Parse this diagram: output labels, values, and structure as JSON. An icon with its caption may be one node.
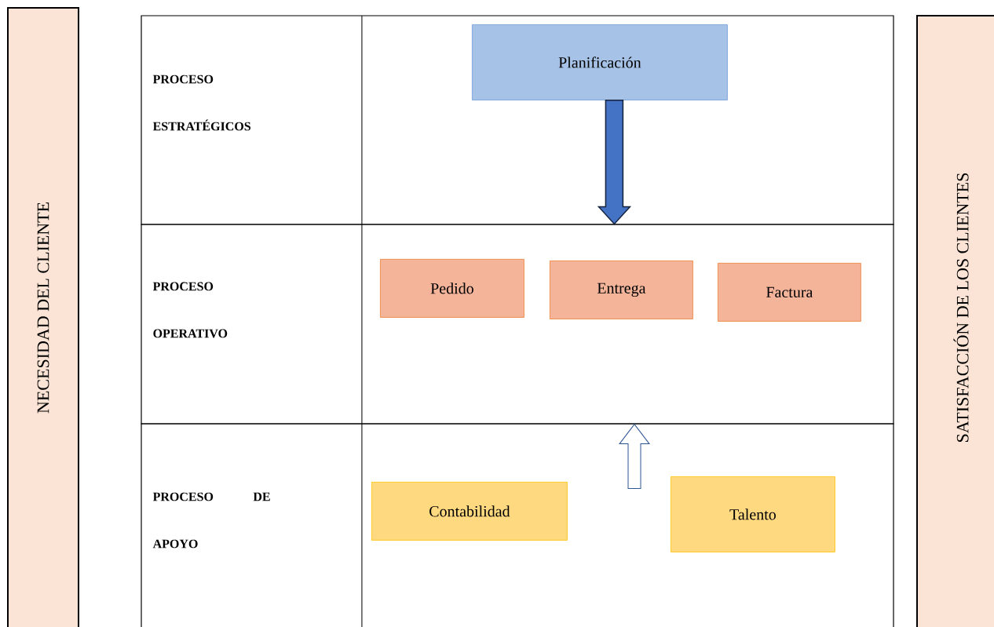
{
  "diagram": {
    "nodes": [
      {
        "text": [
          "NECESIDAD DEL CLIENTE"
        ]
      },
      {
        "text": [
          "PROCESO ESTRATÉGICOS"
        ]
      },
      {
        "text": [
          "Planificación"
        ],
        "in": 1
      },
      {
        "text": [
          "PROCESO OPERATIVO"
        ]
      },
      {
        "text": [
          "Pedido"
        ],
        "in": 3
      },
      {
        "text": [
          "Entrega"
        ],
        "in": 3
      },
      {
        "text": [
          "Factura"
        ],
        "in": 3
      },
      {
        "text": [
          "PROCESO DE APOYO"
        ]
      },
      {
        "text": [
          "Contabilidad"
        ],
        "in": 7
      },
      {
        "text": [
          "Talento"
        ],
        "in": 7
      },
      {
        "text": [
          "SATISFACCIÓN DE LOS CLIENTES"
        ]
      }
    ],
    "edges": [
      {
        "from": 2,
        "to": 3,
        "arrow": "to",
        "style": "thick",
        "color": "#4472c4"
      },
      {
        "from": null,
        "to": 3,
        "arrow": "to"
      }
    ]
  }
}
